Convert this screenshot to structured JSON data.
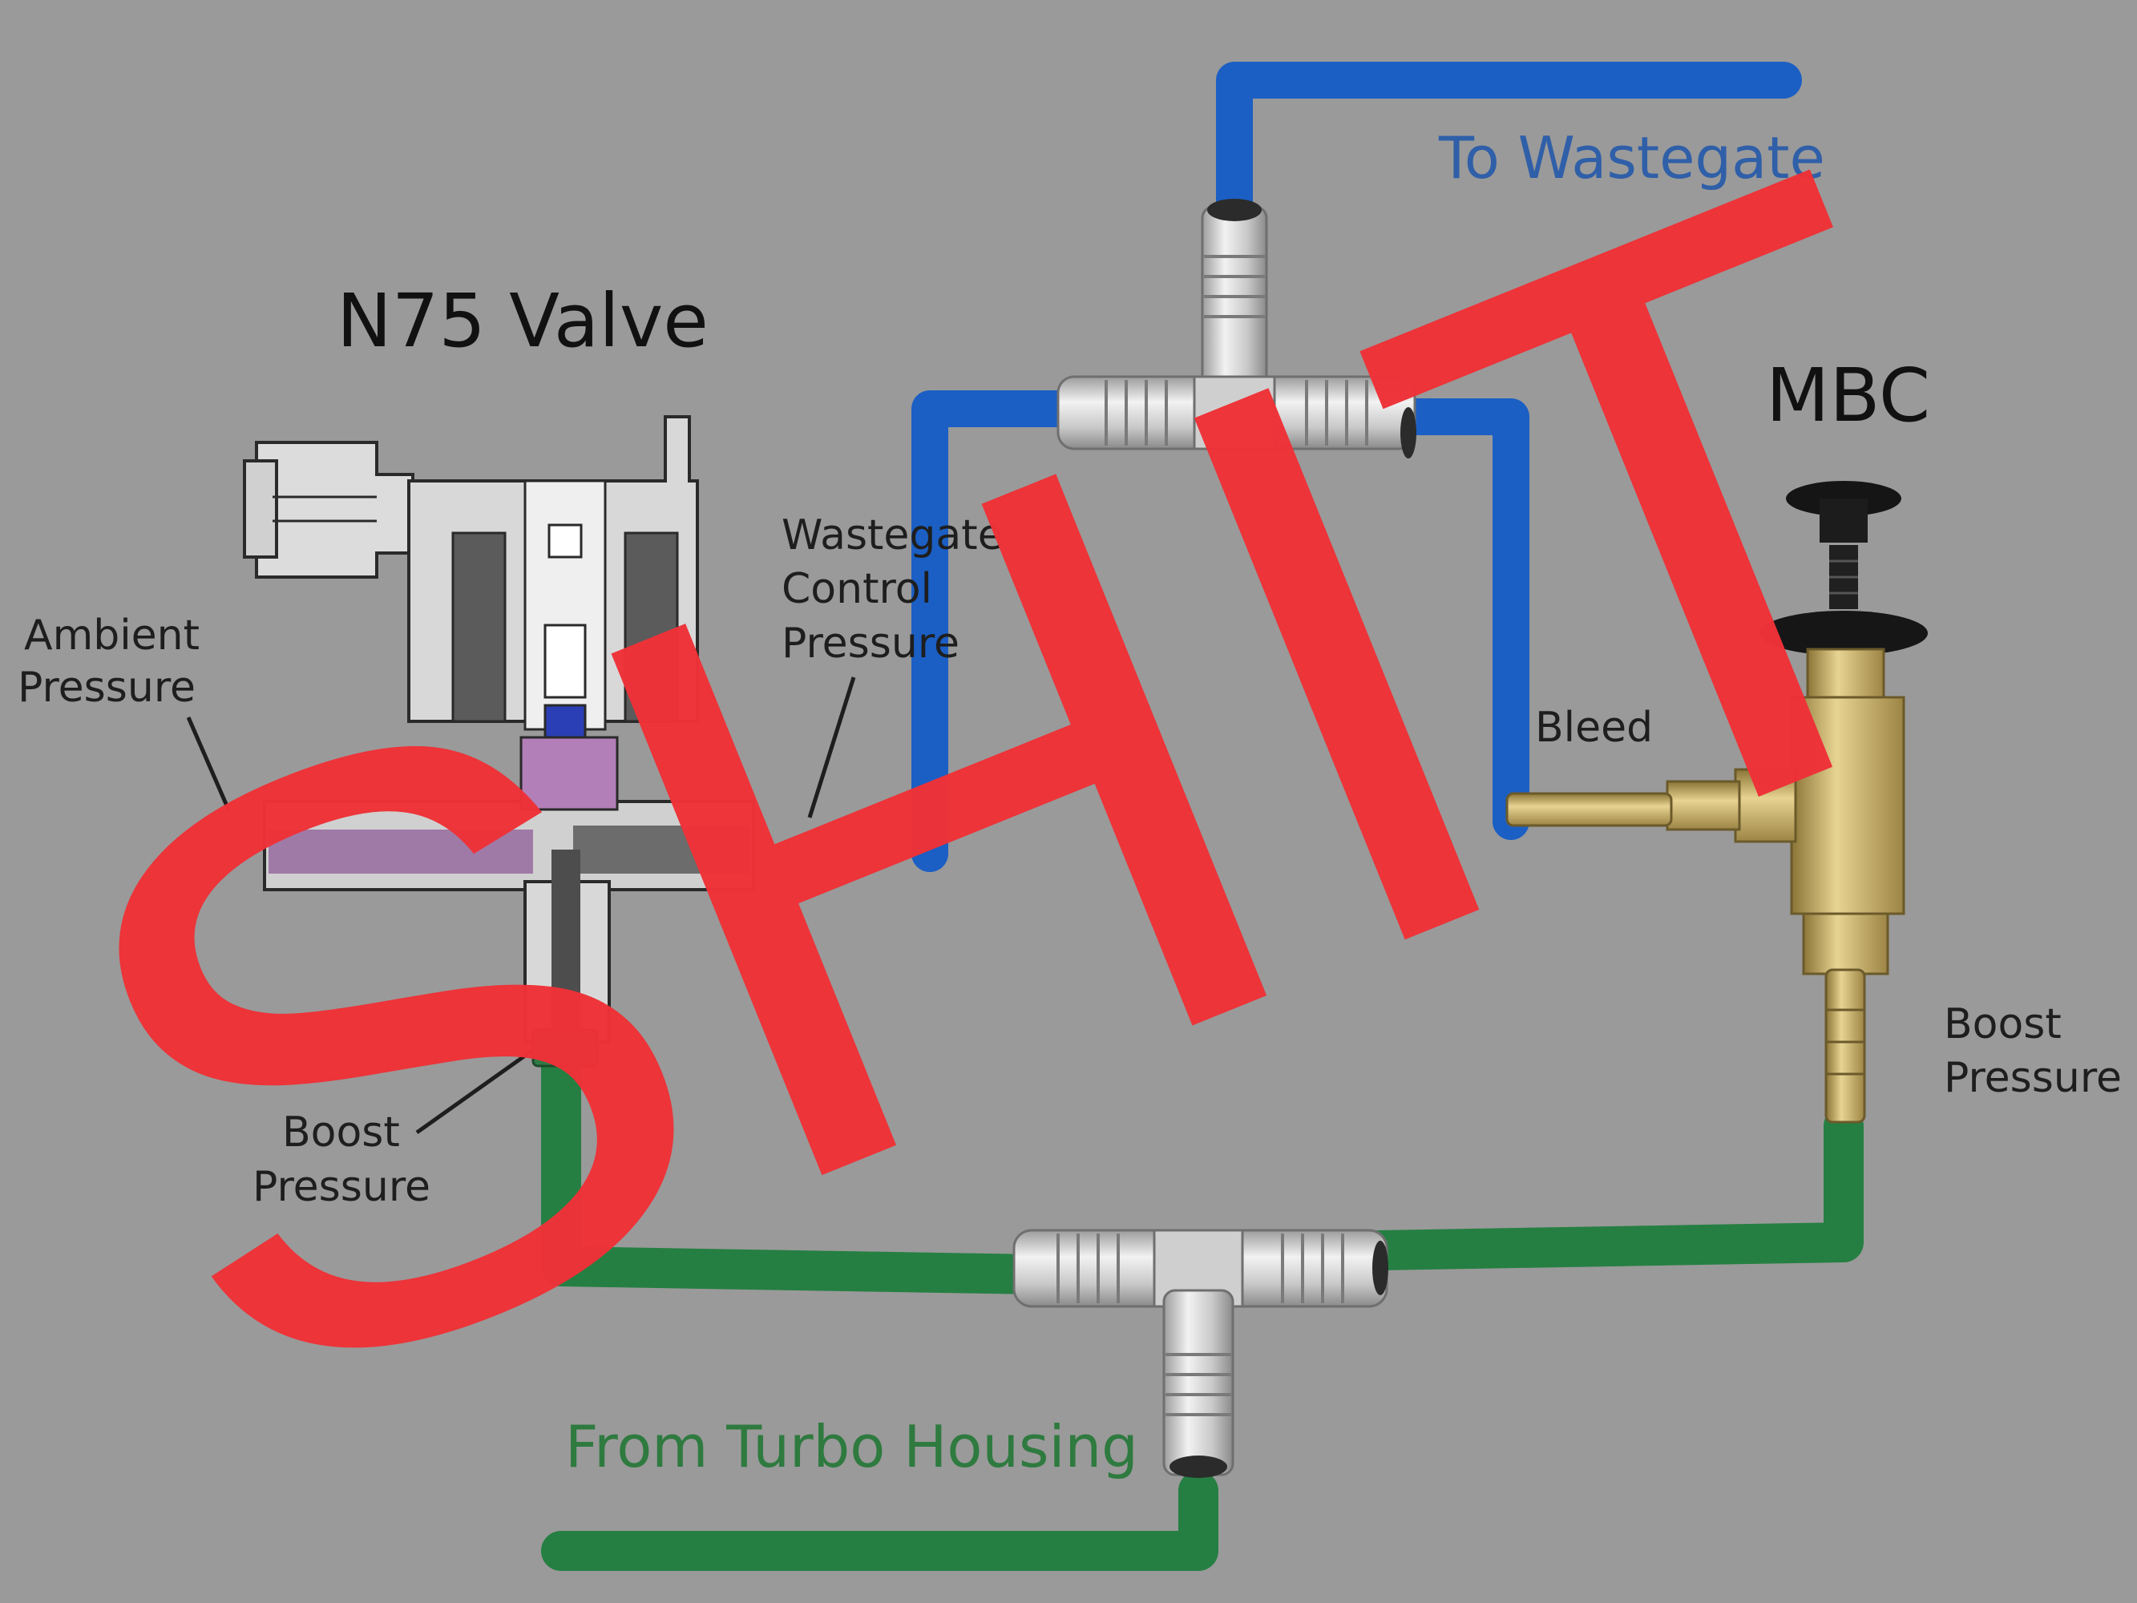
{
  "labels": {
    "n75_title": "N75 Valve",
    "mbc_title": "MBC",
    "to_wastegate": "To Wastegate",
    "from_turbo": "From Turbo Housing",
    "ambient_1": "Ambient",
    "ambient_2": "Pressure",
    "wg_ctrl_1": "Wastegate",
    "wg_ctrl_2": "Control",
    "wg_ctrl_3": "Pressure",
    "bleed": "Bleed",
    "boost_left_1": "Boost",
    "boost_left_2": "Pressure",
    "boost_right_1": "Boost",
    "boost_right_2": "Pressure",
    "overlay": "SHIT"
  },
  "colors": {
    "background": "#9a9a9a",
    "blue_hose": "#1b5fc4",
    "green_hose": "#257f42",
    "blue_text": "#2f5fa8",
    "green_text": "#2e7a3f",
    "overlay_red": "#ee3238",
    "brass": "#c9ae64",
    "fitting_silver": "#d7d7d7"
  }
}
